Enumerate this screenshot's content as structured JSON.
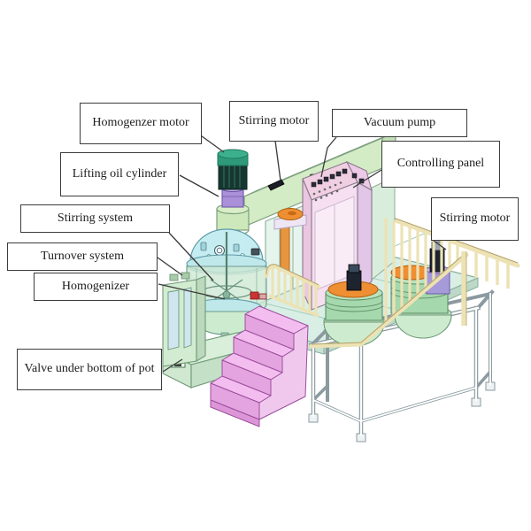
{
  "figure": {
    "type": "labeled-diagram",
    "labels": {
      "homogenizer_motor": "Homogenzer motor",
      "stirring_motor_top": "Stirring motor",
      "vacuum_pump": "Vacuum pump",
      "controlling_panel": "Controlling panel",
      "stirring_motor_right": "Stirring motor",
      "lifting_oil_cylinder": "Lifting oil cylinder",
      "stirring_system": "Stirring system",
      "turnover_system": "Turnover system",
      "homogenizer": "Homogenizer",
      "valve_under_bottom_of_pot": "Valve under bottom of pot"
    },
    "colors": {
      "background": "#ffffff",
      "label_border": "#3c3c3c",
      "label_text": "#1c1c1c",
      "machine_green_light": "#d9efda",
      "machine_green_frame": "#6e9976",
      "tank_cyan": "#c5edf1",
      "motor_teal": "#3cb08d",
      "motor_body_dark": "#17362f",
      "cylinder_purple": "#a990d8",
      "cabinet_pink": "#f5dff0",
      "pump_orange": "#ef8f33",
      "railing_cream": "#ece2b4",
      "staircase_pink": "#f4bdf0",
      "pot_green": "#a5d8ac",
      "stand_white": "#fbfdfd",
      "leader_line": "#3a3a3a"
    }
  }
}
